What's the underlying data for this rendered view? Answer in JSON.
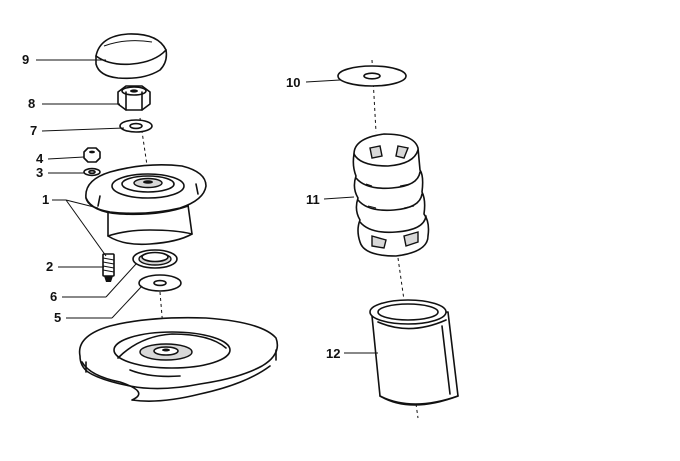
{
  "callouts": [
    {
      "id": "9",
      "label": "9"
    },
    {
      "id": "8",
      "label": "8"
    },
    {
      "id": "7",
      "label": "7"
    },
    {
      "id": "4",
      "label": "4"
    },
    {
      "id": "3",
      "label": "3"
    },
    {
      "id": "1",
      "label": "1"
    },
    {
      "id": "2",
      "label": "2"
    },
    {
      "id": "6",
      "label": "6"
    },
    {
      "id": "5",
      "label": "5"
    },
    {
      "id": "10",
      "label": "10"
    },
    {
      "id": "11",
      "label": "11"
    },
    {
      "id": "12",
      "label": "12"
    }
  ]
}
